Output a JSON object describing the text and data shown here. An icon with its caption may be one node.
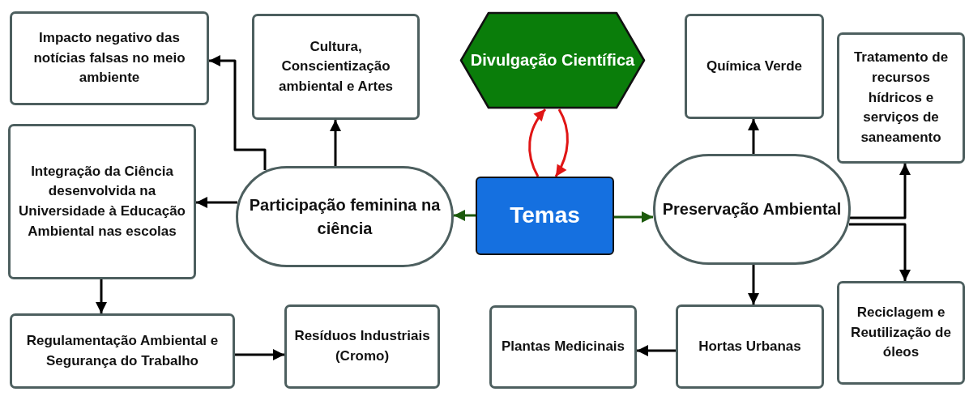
{
  "diagram": {
    "nodes": [
      {
        "text": [
          "Impacto negativo das notícias falsas no meio ambiente"
        ]
      },
      {
        "text": [
          "Cultura, Conscientização ambiental e Artes"
        ]
      },
      {
        "text": [
          "Divulgação Científica"
        ]
      },
      {
        "text": [
          "Química Verde"
        ]
      },
      {
        "text": [
          "Tratamento de recursos hídricos e serviços de saneamento"
        ]
      },
      {
        "text": [
          "Integração da Ciência desenvolvida na Universidade à Educação Ambiental nas escolas"
        ]
      },
      {
        "text": [
          "Participação feminina na ciência"
        ]
      },
      {
        "text": [
          "Temas"
        ]
      },
      {
        "text": [
          "Preservação Ambiental"
        ]
      },
      {
        "text": [
          "Regulamentação Ambiental e Segurança do Trabalho"
        ]
      },
      {
        "text": [
          "Resíduos Industriais (Cromo)"
        ]
      },
      {
        "text": [
          "Plantas Medicinais"
        ]
      },
      {
        "text": [
          "Hortas Urbanas"
        ]
      },
      {
        "text": [
          "Reciclagem e Reutilização de óleos"
        ]
      }
    ],
    "edges": [
      {
        "from": 7,
        "to": 6,
        "arrow": "to",
        "color": "#1c5a0c"
      },
      {
        "from": 7,
        "to": 8,
        "arrow": "to",
        "color": "#1c5a0c"
      },
      {
        "from": 7,
        "to": 2,
        "arrow": "to",
        "color": "#e01515"
      },
      {
        "from": 2,
        "to": 7,
        "arrow": "to",
        "color": "#e01515"
      },
      {
        "from": 6,
        "to": 0,
        "arrow": "to"
      },
      {
        "from": 6,
        "to": 1,
        "arrow": "to"
      },
      {
        "from": 6,
        "to": 5,
        "arrow": "to"
      },
      {
        "from": 5,
        "to": 9,
        "arrow": "to"
      },
      {
        "from": 8,
        "to": 3,
        "arrow": "to"
      },
      {
        "from": 8,
        "to": 4,
        "arrow": "to"
      },
      {
        "from": 8,
        "to": 13,
        "arrow": "to"
      },
      {
        "from": 8,
        "to": 12,
        "arrow": "to"
      },
      {
        "from": 12,
        "to": 11,
        "arrow": "to"
      },
      {
        "from": 9,
        "to": 10,
        "arrow": "to"
      }
    ]
  }
}
